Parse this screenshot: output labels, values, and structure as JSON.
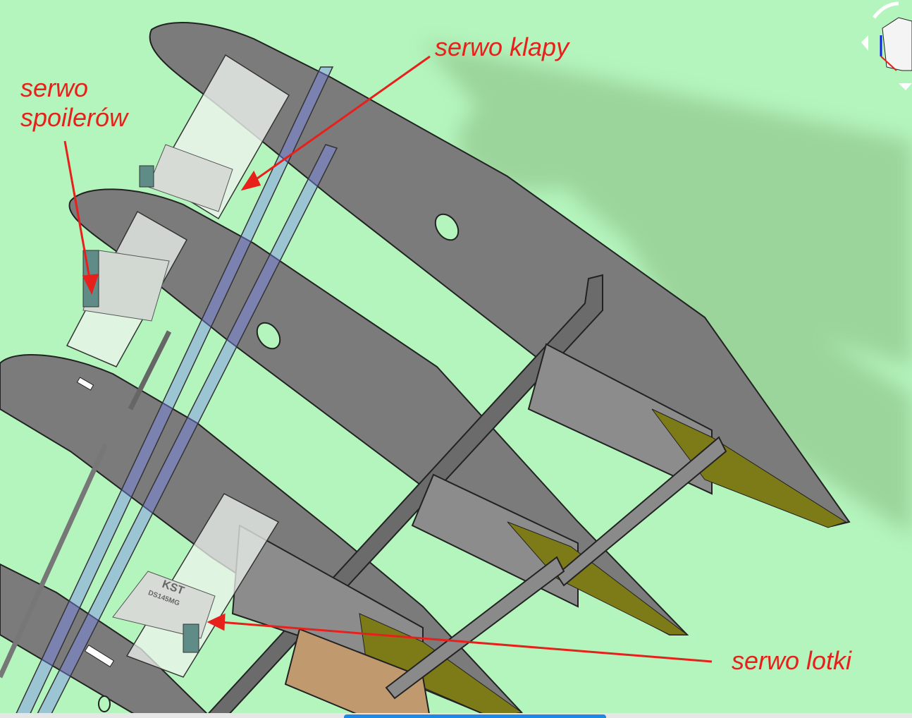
{
  "annotations": {
    "flap_servo": "serwo klapy",
    "spoiler_servo_line1": "serwo",
    "spoiler_servo_line2": "spoilerów",
    "aileron_servo": "serwo lotki"
  },
  "servo_labels": {
    "brand": "KST",
    "model": "DS145MG"
  },
  "colors": {
    "background": "#b4f5bd",
    "rib": "#7a7a7a",
    "spar_blue": "#8f9cf0",
    "annotation": "#e8201c",
    "trailing_edge": "#7d7a18",
    "wood": "#c09a6e"
  },
  "nav_cube": {
    "icon": "view-cube-icon"
  }
}
